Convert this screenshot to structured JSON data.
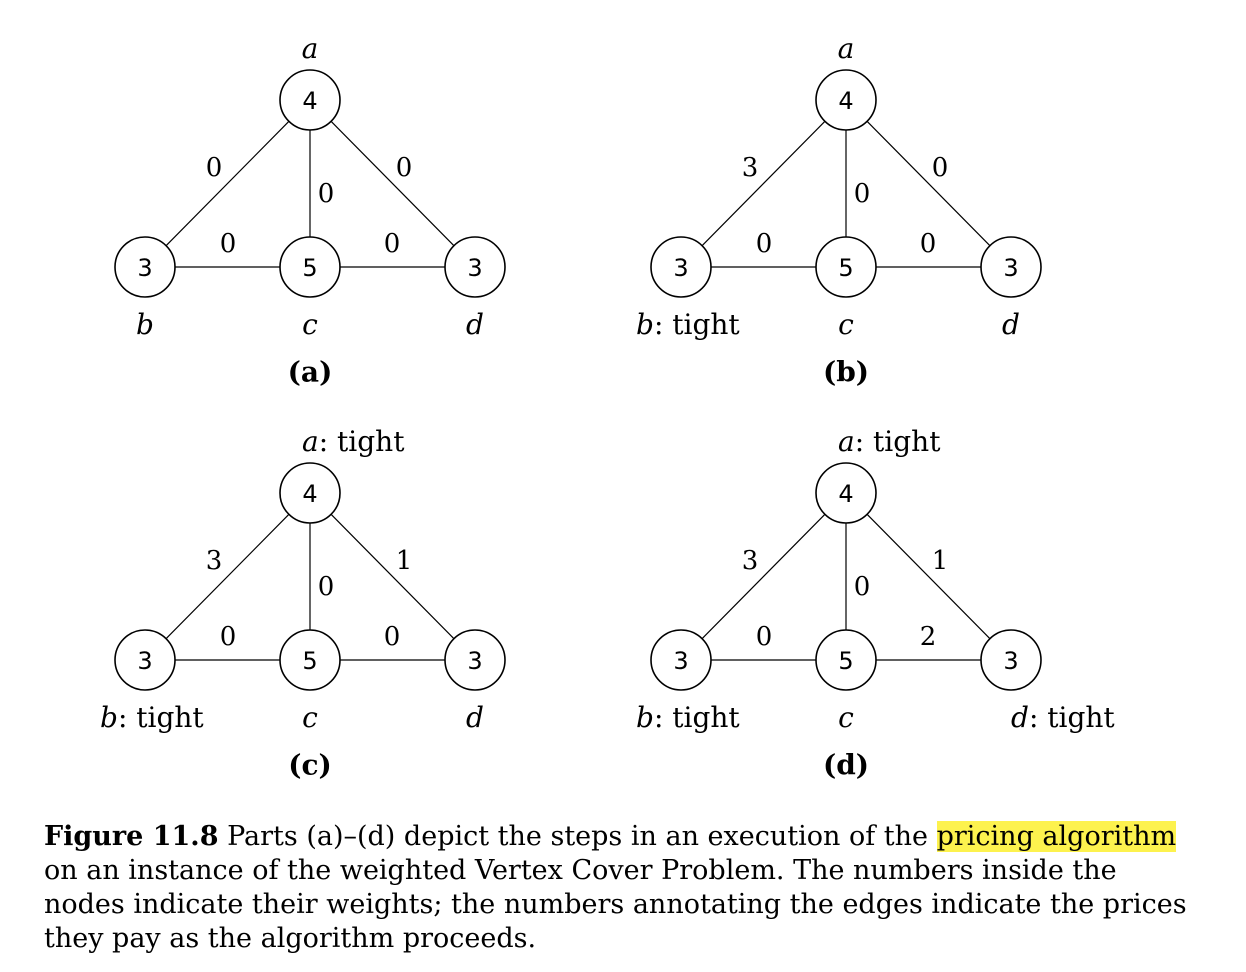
{
  "panels": [
    {
      "id": "a",
      "label": "(a)",
      "nodes": {
        "a": {
          "weight": "4",
          "name": "a",
          "suffix": ""
        },
        "b": {
          "weight": "3",
          "name": "b",
          "suffix": ""
        },
        "c": {
          "weight": "5",
          "name": "c",
          "suffix": ""
        },
        "d": {
          "weight": "3",
          "name": "d",
          "suffix": ""
        }
      },
      "edges": {
        "ab": "0",
        "ac": "0",
        "ad": "0",
        "bc": "0",
        "cd": "0"
      }
    },
    {
      "id": "b",
      "label": "(b)",
      "nodes": {
        "a": {
          "weight": "4",
          "name": "a",
          "suffix": ""
        },
        "b": {
          "weight": "3",
          "name": "b",
          "suffix": ": tight"
        },
        "c": {
          "weight": "5",
          "name": "c",
          "suffix": ""
        },
        "d": {
          "weight": "3",
          "name": "d",
          "suffix": ""
        }
      },
      "edges": {
        "ab": "3",
        "ac": "0",
        "ad": "0",
        "bc": "0",
        "cd": "0"
      }
    },
    {
      "id": "c",
      "label": "(c)",
      "nodes": {
        "a": {
          "weight": "4",
          "name": "a",
          "suffix": ": tight"
        },
        "b": {
          "weight": "3",
          "name": "b",
          "suffix": ": tight"
        },
        "c": {
          "weight": "5",
          "name": "c",
          "suffix": ""
        },
        "d": {
          "weight": "3",
          "name": "d",
          "suffix": ""
        }
      },
      "edges": {
        "ab": "3",
        "ac": "0",
        "ad": "1",
        "bc": "0",
        "cd": "0"
      }
    },
    {
      "id": "d",
      "label": "(d)",
      "nodes": {
        "a": {
          "weight": "4",
          "name": "a",
          "suffix": ": tight"
        },
        "b": {
          "weight": "3",
          "name": "b",
          "suffix": ": tight"
        },
        "c": {
          "weight": "5",
          "name": "c",
          "suffix": ""
        },
        "d": {
          "weight": "3",
          "name": "d",
          "suffix": ": tight"
        }
      },
      "edges": {
        "ab": "3",
        "ac": "0",
        "ad": "1",
        "bc": "0",
        "cd": "2"
      }
    }
  ],
  "caption": {
    "figure_number": "Figure 11.8",
    "text_before": " Parts (a)–(d) depict the steps in an execution of the ",
    "highlight": "pricing algorithm",
    "text_after": " on an instance of the weighted Vertex Cover Problem. The numbers inside the nodes indicate their weights; the numbers annotating the edges indicate the prices they pay as the algorithm proceeds.",
    "highlight_color": "#fdf24e"
  }
}
